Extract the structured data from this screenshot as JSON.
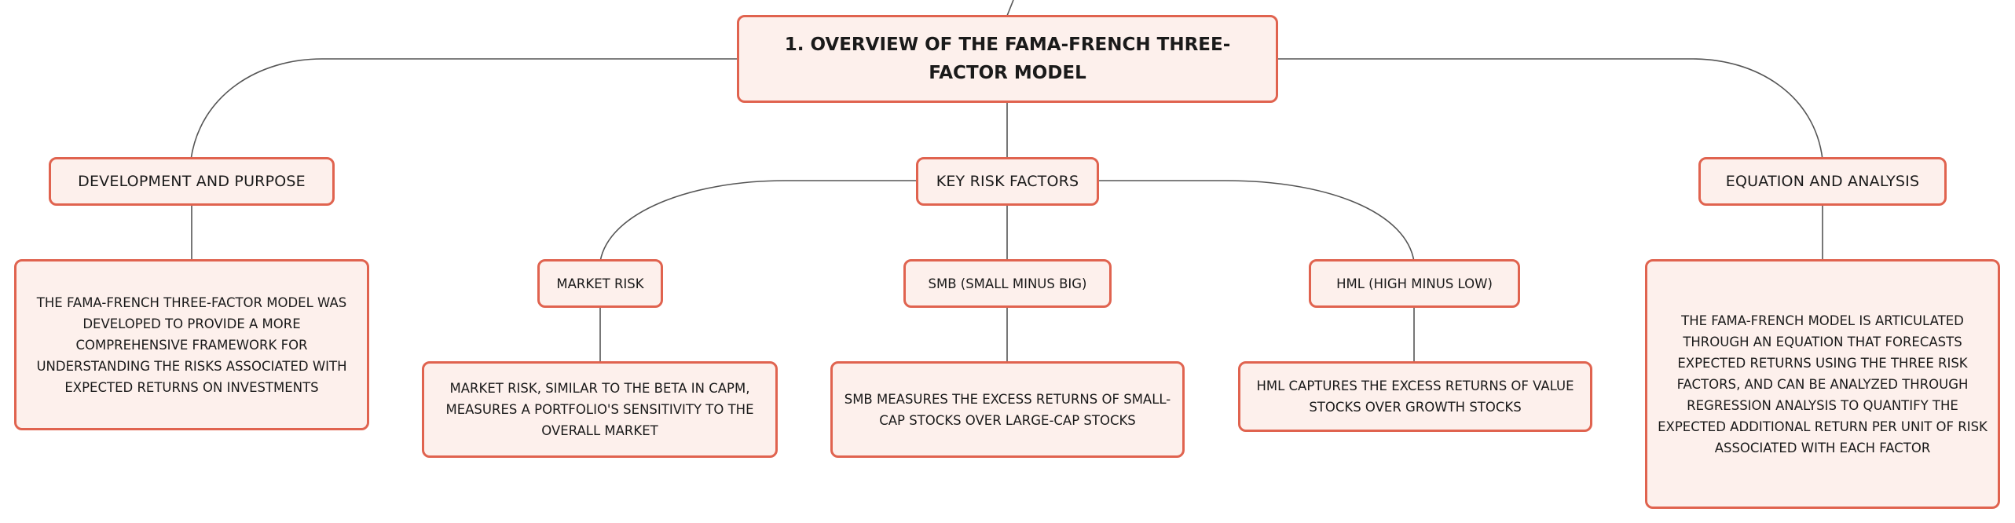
{
  "root": {
    "title": "1. OVERVIEW OF THE FAMA-FRENCH THREE-FACTOR MODEL"
  },
  "branches": {
    "development": {
      "label": "DEVELOPMENT AND PURPOSE",
      "description": "THE FAMA-FRENCH THREE-FACTOR MODEL WAS DEVELOPED TO PROVIDE A MORE COMPREHENSIVE FRAMEWORK FOR UNDERSTANDING THE RISKS ASSOCIATED WITH EXPECTED RETURNS ON INVESTMENTS"
    },
    "key_risk_factors": {
      "label": "KEY RISK FACTORS",
      "factors": [
        {
          "label": "MARKET RISK",
          "description": "MARKET RISK, SIMILAR TO THE BETA IN CAPM, MEASURES A PORTFOLIO'S SENSITIVITY TO THE OVERALL MARKET"
        },
        {
          "label": "SMB (SMALL MINUS BIG)",
          "description": "SMB MEASURES THE EXCESS RETURNS OF SMALL-CAP STOCKS OVER LARGE-CAP STOCKS"
        },
        {
          "label": "HML (HIGH MINUS LOW)",
          "description": "HML CAPTURES THE EXCESS RETURNS OF VALUE STOCKS OVER GROWTH STOCKS"
        }
      ]
    },
    "equation": {
      "label": "EQUATION AND ANALYSIS",
      "description": "THE FAMA-FRENCH MODEL IS ARTICULATED THROUGH AN EQUATION THAT FORECASTS EXPECTED RETURNS USING THE THREE RISK FACTORS, AND CAN BE ANALYZED THROUGH REGRESSION ANALYSIS TO QUANTIFY THE EXPECTED ADDITIONAL RETURN PER UNIT OF RISK ASSOCIATED WITH EACH FACTOR"
    }
  },
  "colors": {
    "node_fill": "#fdf0ec",
    "node_border": "#e0634f",
    "connector": "#555555"
  }
}
